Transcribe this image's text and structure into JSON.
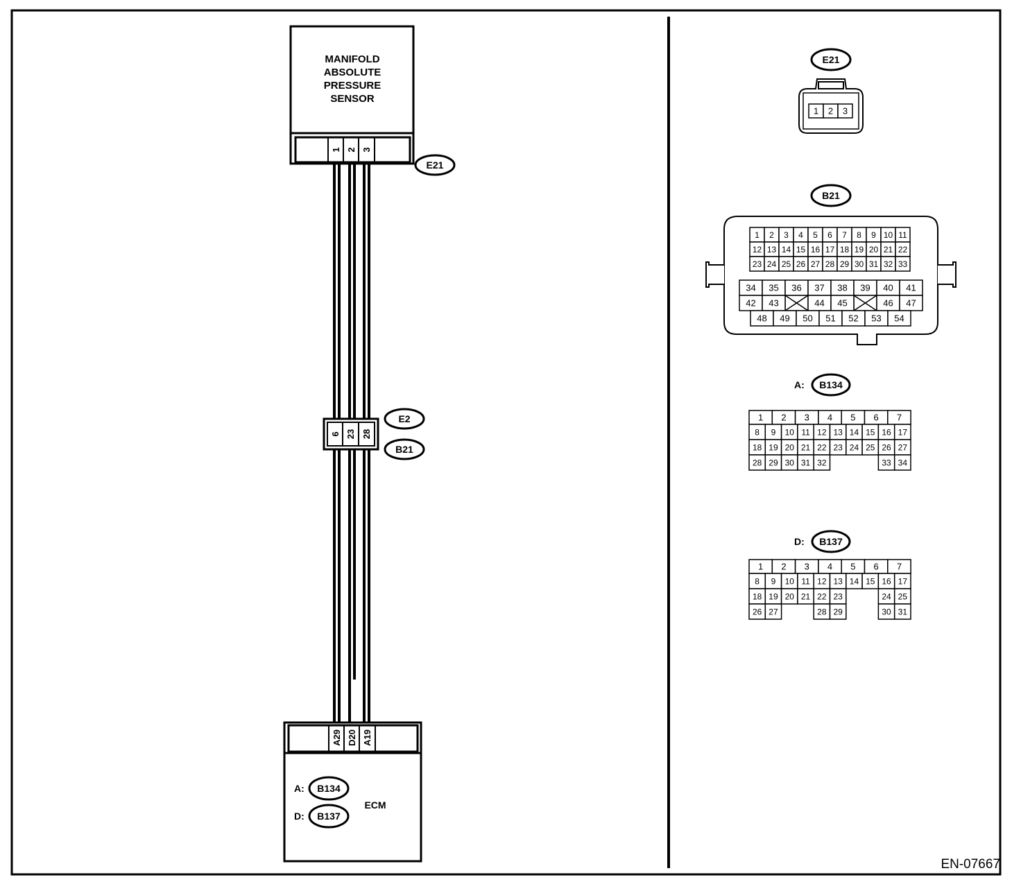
{
  "sensor": {
    "label_lines": [
      "MANIFOLD",
      "ABSOLUTE",
      "PRESSURE",
      "SENSOR"
    ],
    "pins": [
      "1",
      "2",
      "3"
    ],
    "connector": "E21"
  },
  "joint": {
    "pins": [
      "6",
      "23",
      "28"
    ],
    "connector_top": "E2",
    "connector_bottom": "B21"
  },
  "ecm": {
    "label": "ECM",
    "pins": [
      "A29",
      "D20",
      "A19"
    ],
    "connectors": [
      {
        "prefix": "A:",
        "id": "B134"
      },
      {
        "prefix": "D:",
        "id": "B137"
      }
    ]
  },
  "connector_views": {
    "e21": {
      "id": "E21",
      "pins": [
        "1",
        "2",
        "3"
      ]
    },
    "b21": {
      "id": "B21",
      "rows_top": [
        [
          "1",
          "2",
          "3",
          "4",
          "5",
          "6",
          "7",
          "8",
          "9",
          "10",
          "11"
        ],
        [
          "12",
          "13",
          "14",
          "15",
          "16",
          "17",
          "18",
          "19",
          "20",
          "21",
          "22"
        ],
        [
          "23",
          "24",
          "25",
          "26",
          "27",
          "28",
          "29",
          "30",
          "31",
          "32",
          "33"
        ]
      ],
      "row1": [
        "34",
        "35",
        "36",
        "37",
        "38",
        "39",
        "40",
        "41"
      ],
      "row2": [
        "42",
        "43",
        "",
        "44",
        "45",
        "",
        "46",
        "47"
      ],
      "row3": [
        "48",
        "49",
        "50",
        "51",
        "52",
        "53",
        "54"
      ]
    },
    "b134": {
      "prefix": "A:",
      "id": "B134",
      "top": [
        "1",
        "2",
        "3",
        "4",
        "5",
        "6",
        "7"
      ],
      "rows": [
        [
          "8",
          "9",
          "10",
          "11",
          "12",
          "13",
          "14",
          "15",
          "16",
          "17"
        ],
        [
          "18",
          "19",
          "20",
          "21",
          "22",
          "23",
          "24",
          "25",
          "26",
          "27"
        ],
        [
          "28",
          "29",
          "30",
          "31",
          "32",
          "",
          "",
          "",
          "33",
          "34"
        ]
      ]
    },
    "b137": {
      "prefix": "D:",
      "id": "B137",
      "top": [
        "1",
        "2",
        "3",
        "4",
        "5",
        "6",
        "7"
      ],
      "rows": [
        [
          "8",
          "9",
          "10",
          "11",
          "12",
          "13",
          "14",
          "15",
          "16",
          "17"
        ],
        [
          "18",
          "19",
          "20",
          "21",
          "22",
          "23",
          "",
          "",
          "24",
          "25"
        ],
        [
          "26",
          "27",
          "",
          "",
          "28",
          "29",
          "",
          "",
          "30",
          "31"
        ]
      ]
    }
  },
  "figure_id": "EN-07667"
}
